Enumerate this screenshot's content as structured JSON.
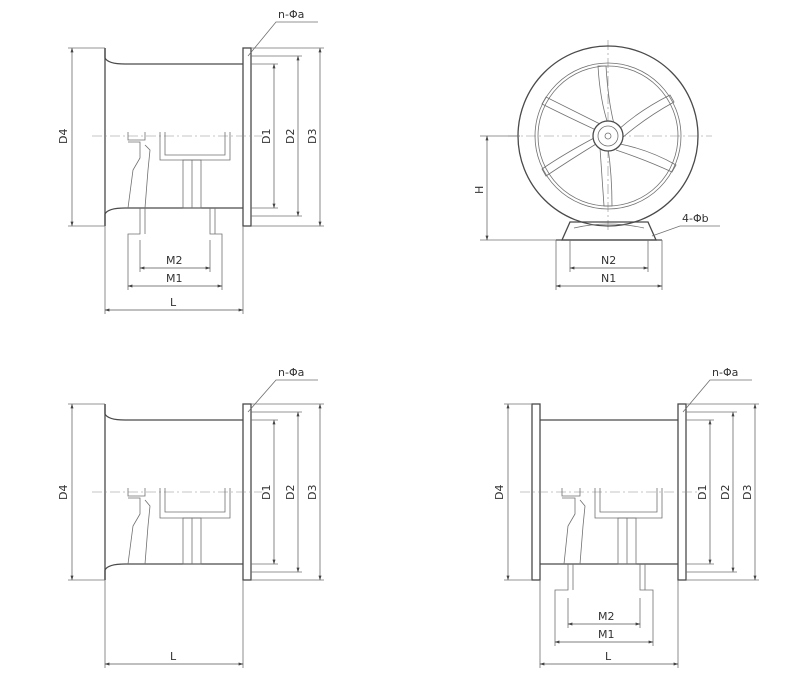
{
  "views": {
    "top_left": {
      "label_flange": "n-Φa",
      "label_d1": "D1",
      "label_d2": "D2",
      "label_d3": "D3",
      "label_d4": "D4",
      "label_m2": "M2",
      "label_m1": "M1",
      "label_l": "L"
    },
    "top_right": {
      "label_h": "H",
      "label_base_holes": "4-Φb",
      "label_n2": "N2",
      "label_n1": "N1"
    },
    "bottom_left": {
      "label_flange": "n-Φa",
      "label_d1": "D1",
      "label_d2": "D2",
      "label_d3": "D3",
      "label_d4": "D4",
      "label_l": "L"
    },
    "bottom_right": {
      "label_flange": "n-Φa",
      "label_d1": "D1",
      "label_d2": "D2",
      "label_d3": "D3",
      "label_d4": "D4",
      "label_m2": "M2",
      "label_m1": "M1",
      "label_l": "L"
    }
  }
}
